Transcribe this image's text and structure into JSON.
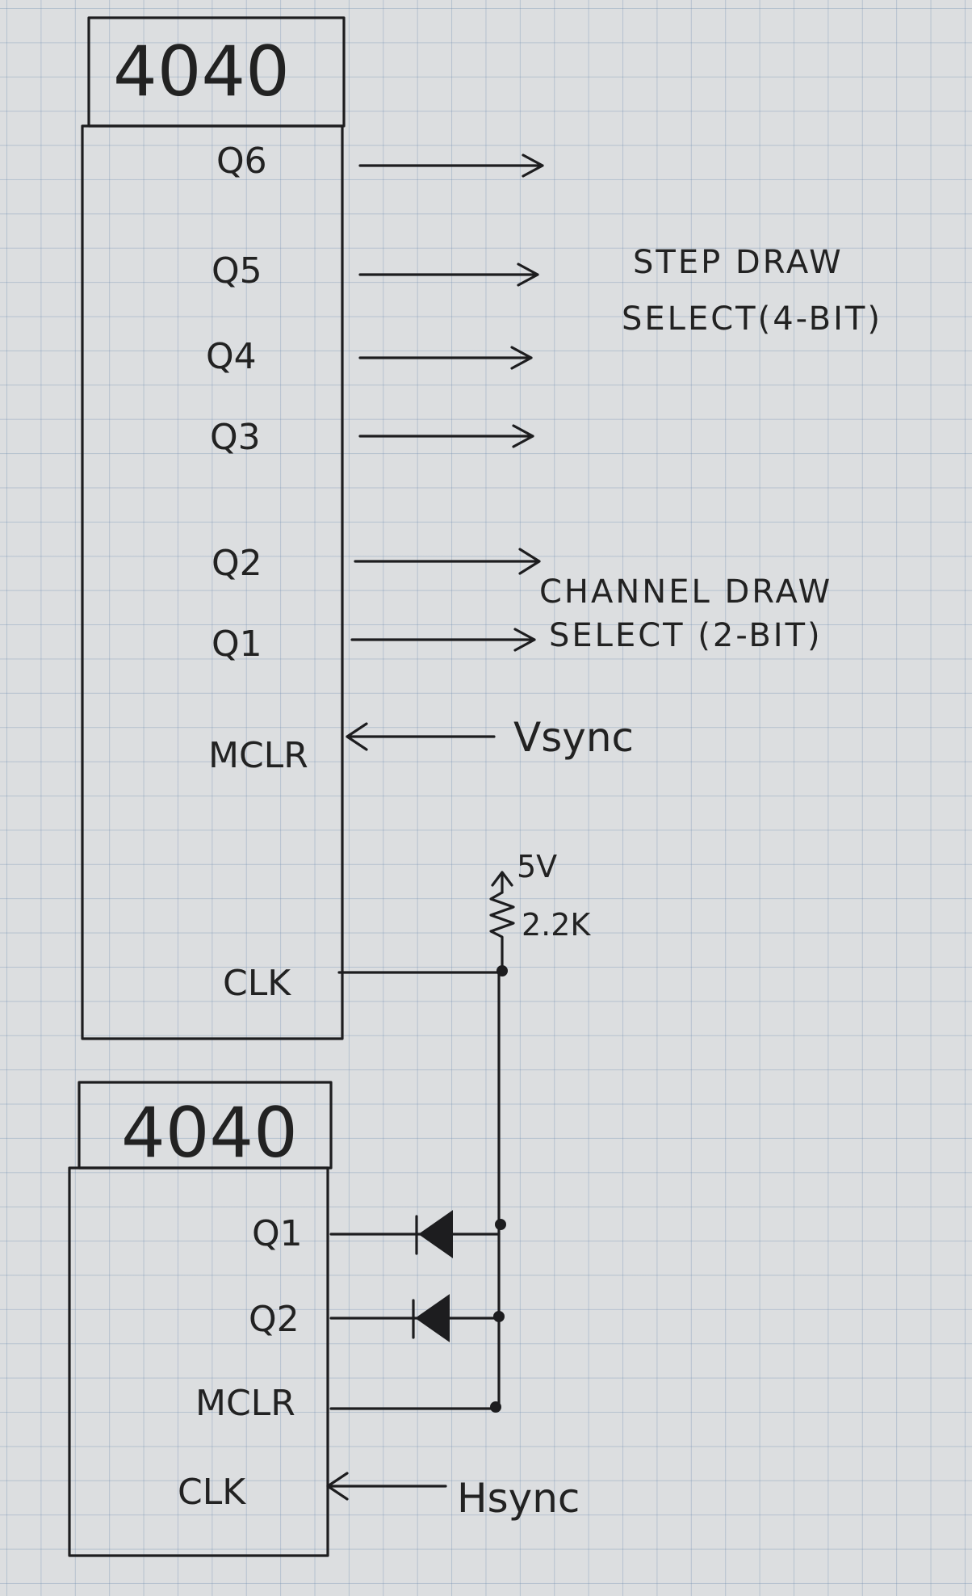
{
  "chips": [
    {
      "title": "4040",
      "pins": [
        "Q6",
        "Q5",
        "Q4",
        "Q3",
        "Q2",
        "Q1",
        "MCLR",
        "CLK"
      ]
    },
    {
      "title": "4040",
      "pins": [
        "Q1",
        "Q2",
        "MCLR",
        "CLK"
      ]
    }
  ],
  "labels": {
    "step_line1": "STEP DRAW",
    "step_line2": "SELECT(4-BIT)",
    "channel_line1": "CHANNEL DRAW",
    "channel_line2": "SELECT (2-BIT)",
    "vsync": "Vsync",
    "hsync": "Hsync",
    "supply": "5V",
    "resistor": "2.2K"
  },
  "colors": {
    "ink": "#1d1d1f",
    "paper": "#dcdee0",
    "grid": "#6e8caf"
  }
}
